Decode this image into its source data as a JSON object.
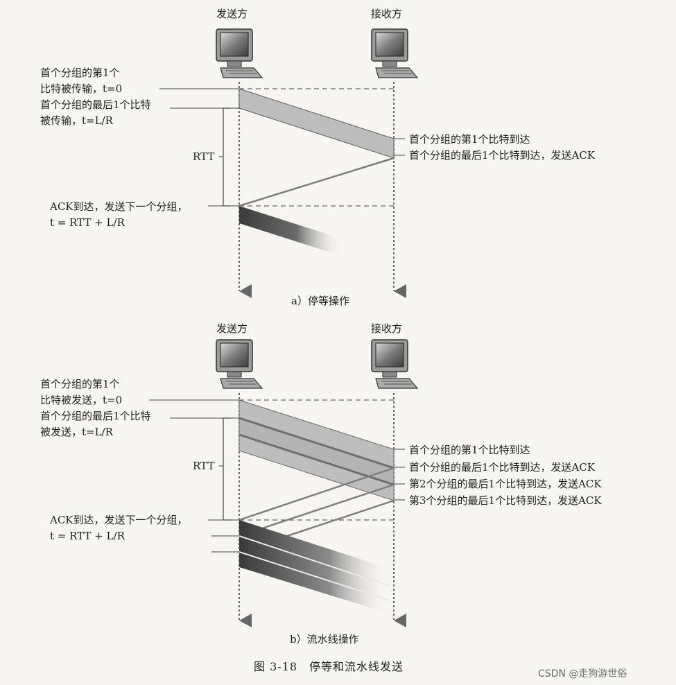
{
  "diagram_a": {
    "sender_label": "发送方",
    "receiver_label": "接收方",
    "left_notes": {
      "first_bit_line1": "首个分组的第1个",
      "first_bit_line2": "比特被传输，t=0",
      "last_bit_line1": "首个分组的最后1个比特",
      "last_bit_line2": "被传输，t=L/R",
      "rtt": "RTT",
      "ack_line1": "ACK到达，发送下一个分组，",
      "ack_line2": "t = RTT + L/R"
    },
    "right_notes": [
      "首个分组的第1个比特到达",
      "首个分组的最后1个比特到达，发送ACK"
    ],
    "caption": "a）停等操作"
  },
  "diagram_b": {
    "sender_label": "发送方",
    "receiver_label": "接收方",
    "left_notes": {
      "first_bit_line1": "首个分组的第1个",
      "first_bit_line2": "比特被发送，t=0",
      "last_bit_line1": "首个分组的最后1个比特",
      "last_bit_line2": "被发送，t=L/R",
      "rtt": "RTT",
      "ack_line1": "ACK到达，发送下一个分组，",
      "ack_line2": "t = RTT + L/R"
    },
    "right_notes": [
      "首个分组的第1个比特到达",
      "首个分组的最后1个比特到达，发送ACK",
      "第2个分组的最后1个比特到达，发送ACK",
      "第3个分组的最后1个比特到达，发送ACK"
    ],
    "caption": "b）流水线操作"
  },
  "figure_caption": "图 3-18　停等和流水线发送",
  "watermark": "CSDN @走狗游世俗",
  "colors": {
    "band_light": "#bdbdbd",
    "band_dark": "#4a4a4a",
    "ack_line": "#7d7d7d",
    "timeline": "#666666",
    "background": "#f6f5f1"
  }
}
